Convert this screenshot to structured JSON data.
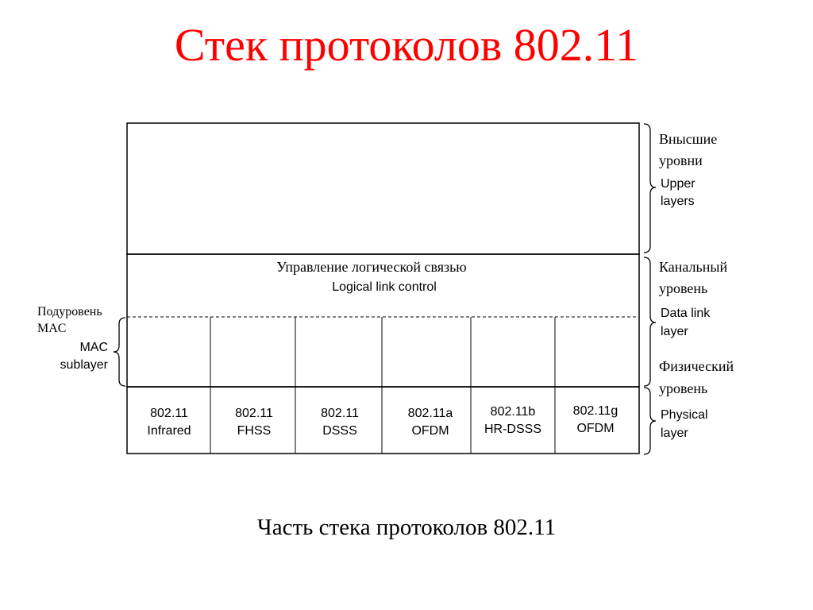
{
  "title": "Стек протоколов 802.11",
  "caption": "Часть стека протоколов 802.11",
  "llc": {
    "ru": "Управление логической связью",
    "en": "Logical link control"
  },
  "mac": {
    "ru_line1": "Подуровень",
    "ru_line2": "MAC",
    "en_line1": "MAC",
    "en_line2": "sublayer"
  },
  "upper": {
    "ru_line1": "Внысшие",
    "ru_line2": "уровни",
    "en_line1": "Upper",
    "en_line2": "layers"
  },
  "datalink": {
    "ru_line1": "Канальный",
    "ru_line2": "уровень",
    "en_line1": "Data link",
    "en_line2": "layer"
  },
  "physical": {
    "ru_line1": "Физический",
    "ru_line2": "уровень",
    "en_line1": "Physical",
    "en_line2": "layer"
  },
  "phy_cells": [
    {
      "line1": "802.11",
      "line2": "Infrared"
    },
    {
      "line1": "802.11",
      "line2": "FHSS"
    },
    {
      "line1": "802.11",
      "line2": "DSSS"
    },
    {
      "line1": "802.11a",
      "line2": "OFDM"
    },
    {
      "line1": "802.11b",
      "line2": "HR-DSSS"
    },
    {
      "line1": "802.11g",
      "line2": "OFDM"
    }
  ],
  "colors": {
    "title": "#ff0000",
    "lines": "#000000"
  }
}
